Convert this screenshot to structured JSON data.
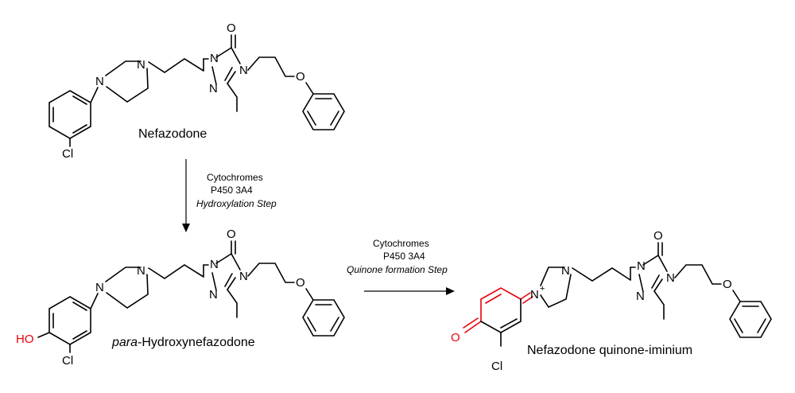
{
  "atoms": {
    "N": "N",
    "O": "O",
    "Cl": "Cl",
    "HO": "HO",
    "plus": "+"
  },
  "compounds": {
    "nefazodone": "Nefazodone",
    "hydroxy_prefix": "para",
    "hydroxy_rest": "-Hydroxynefazodone",
    "quinone": "Nefazodone quinone-iminium"
  },
  "step1": {
    "line1": "Cytochromes",
    "line2": "P450 3A4",
    "line3": "Hydroxylation Step"
  },
  "step2": {
    "line1": "Cytochromes",
    "line2": "P450 3A4",
    "line3": "Quinone formation Step"
  },
  "colors": {
    "ink": "#000000",
    "highlight": "#e8000b"
  }
}
